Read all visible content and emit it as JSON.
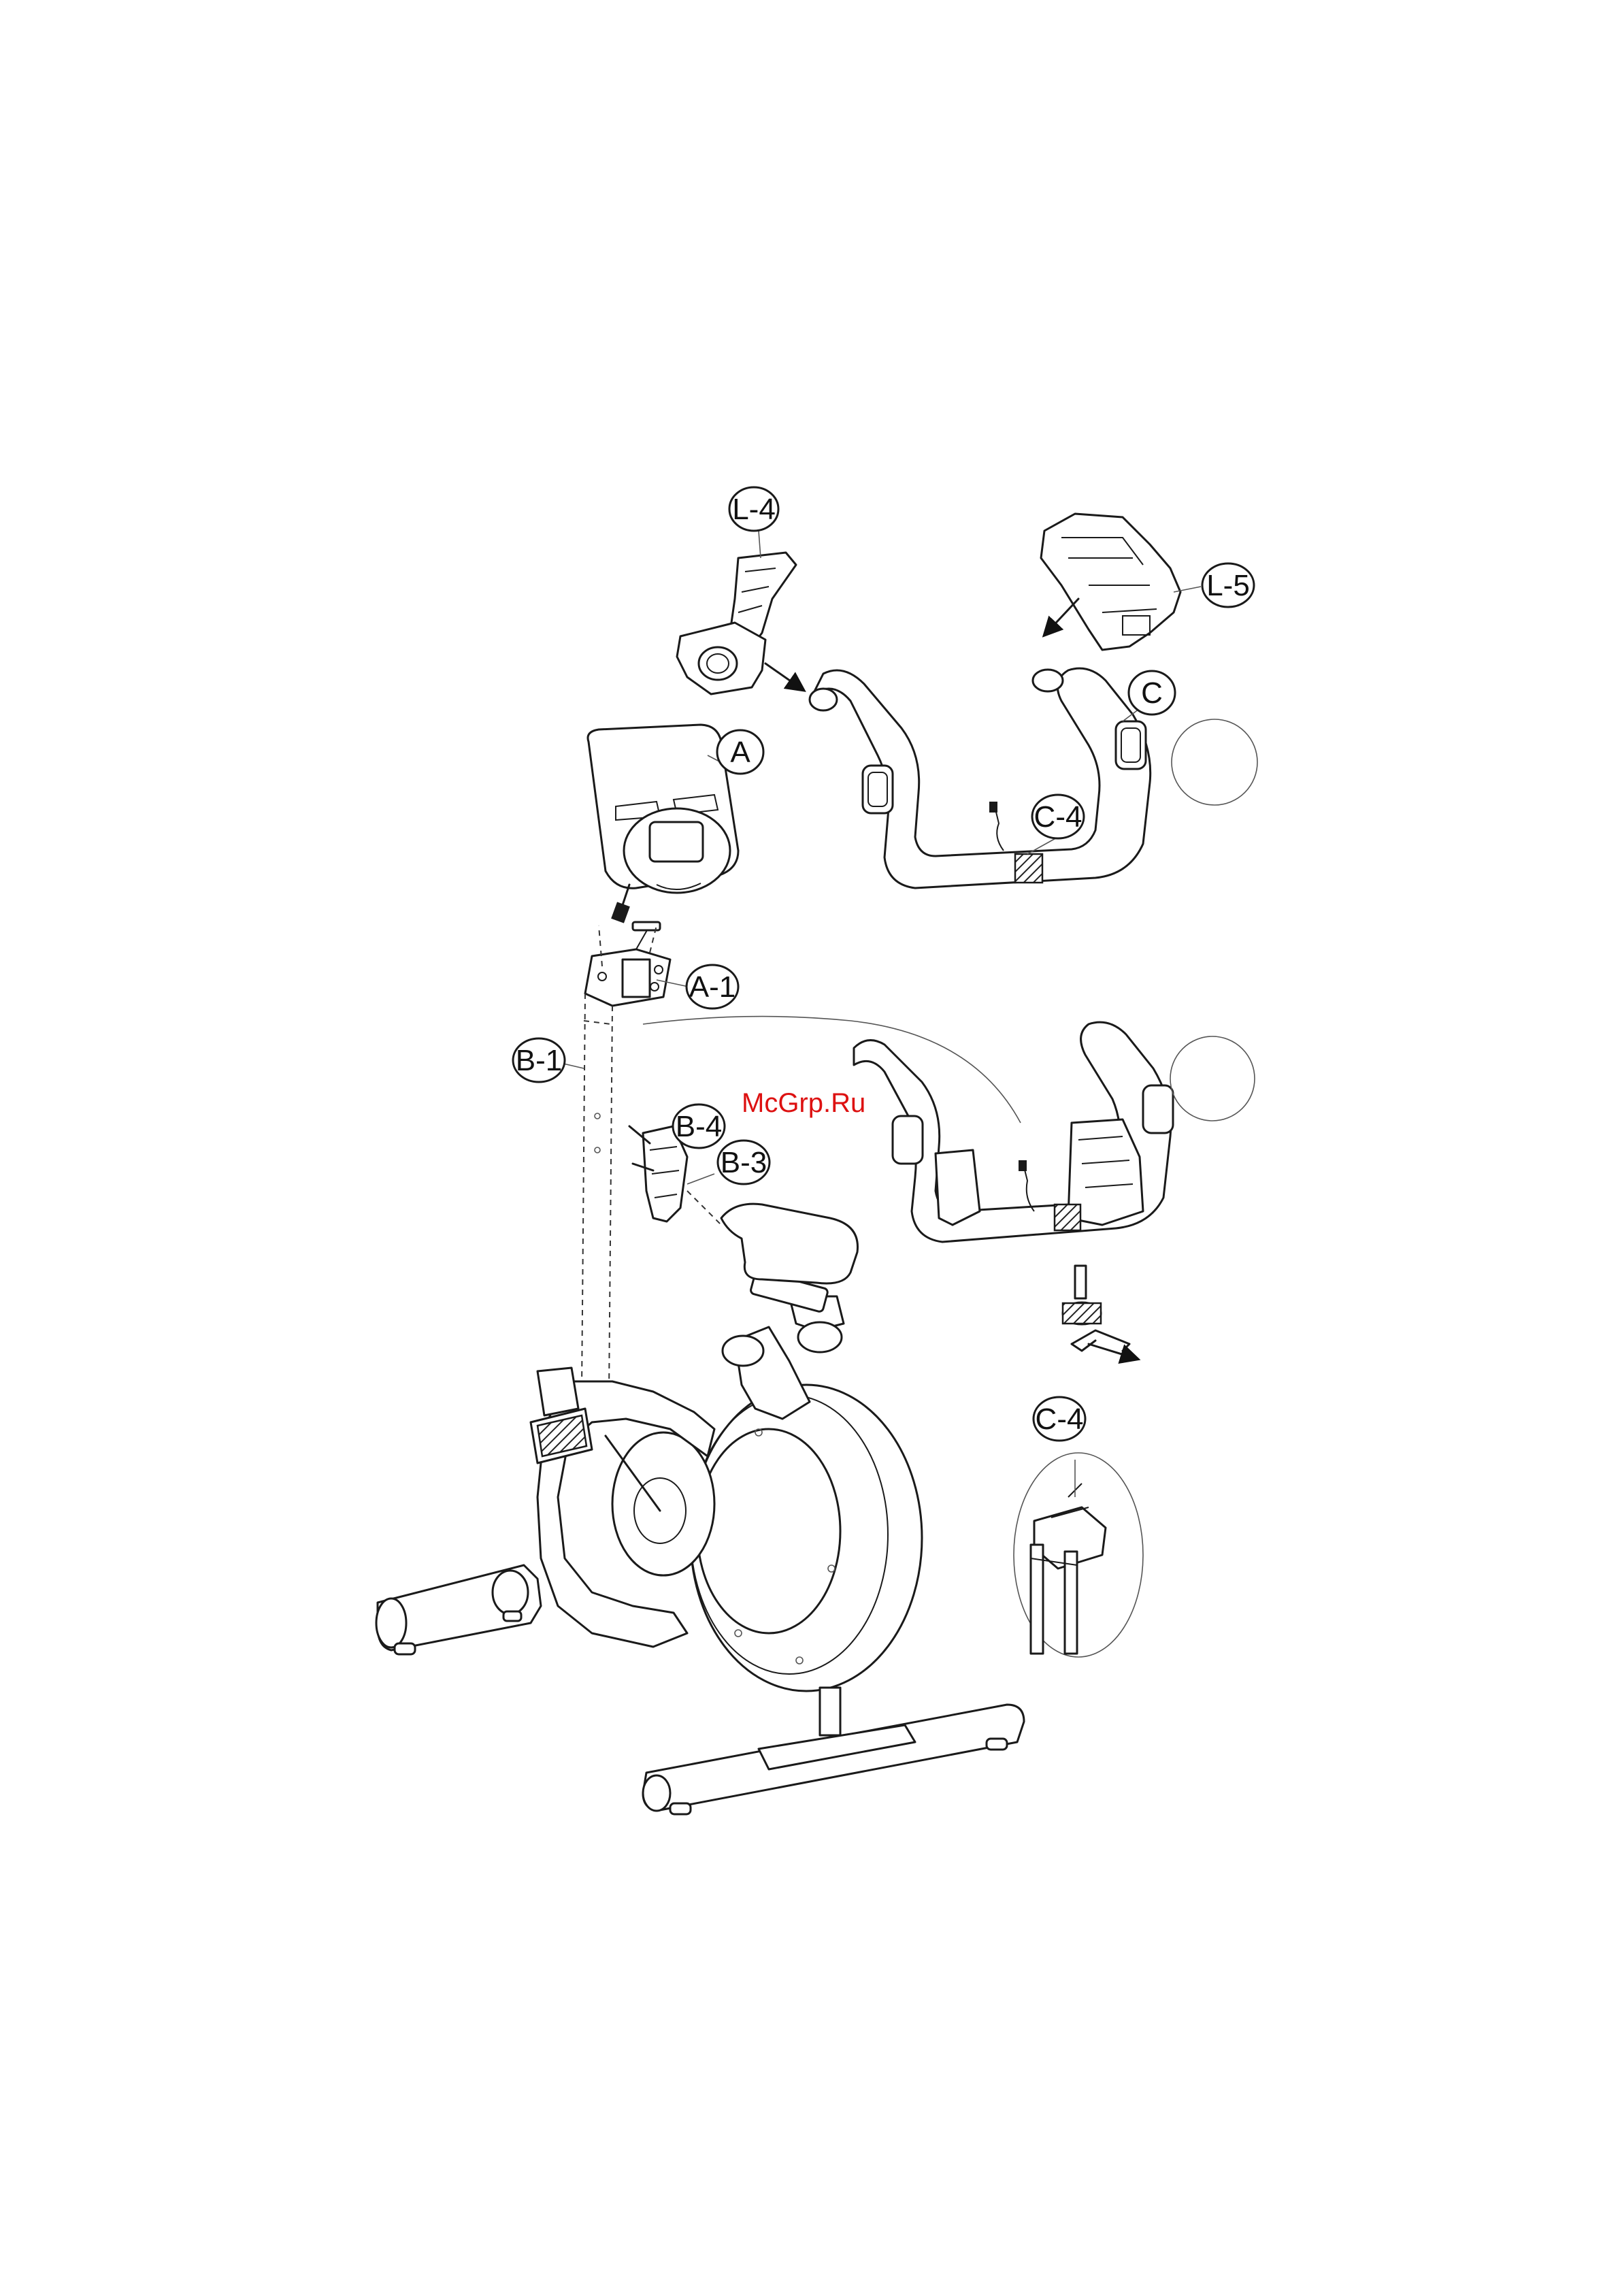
{
  "diagram": {
    "callouts": {
      "l4": "L-4",
      "l5": "L-5",
      "a": "A",
      "c": "C",
      "c4_top": "C-4",
      "a1": "A-1",
      "b1": "B-1",
      "b4": "B-4",
      "b3": "B-3",
      "c4_detail": "C-4"
    },
    "watermark": "McGrp.Ru"
  }
}
